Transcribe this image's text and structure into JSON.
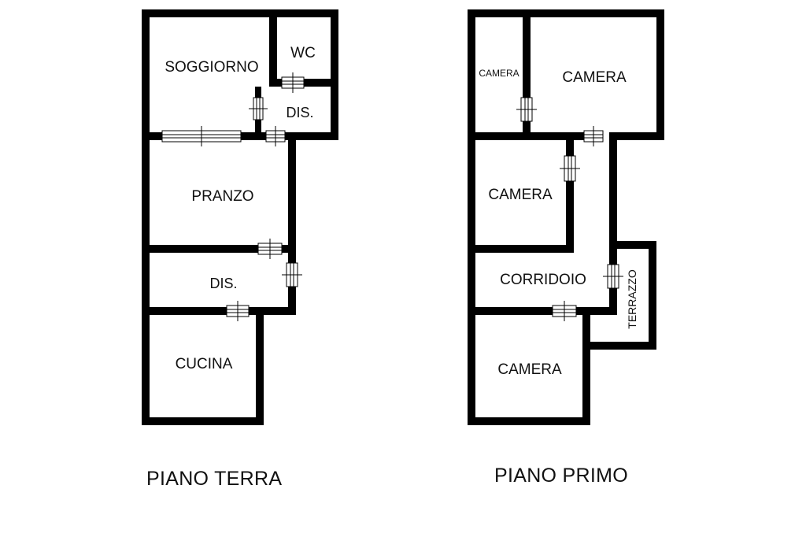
{
  "colors": {
    "wall": "#000000",
    "background": "#ffffff",
    "text": "#111111"
  },
  "ground_floor": {
    "title": "PIANO TERRA",
    "rooms": {
      "soggiorno": "SOGGIORNO",
      "wc": "WC",
      "dis_upper": "DIS.",
      "pranzo": "PRANZO",
      "dis_lower": "DIS.",
      "cucina": "CUCINA"
    }
  },
  "first_floor": {
    "title": "PIANO PRIMO",
    "rooms": {
      "camera_small": "CAMERA",
      "camera_top": "CAMERA",
      "camera_middle": "CAMERA",
      "corridoio": "CORRIDOIO",
      "terrazzo": "TERRAZZO",
      "camera_bottom": "CAMERA"
    }
  }
}
